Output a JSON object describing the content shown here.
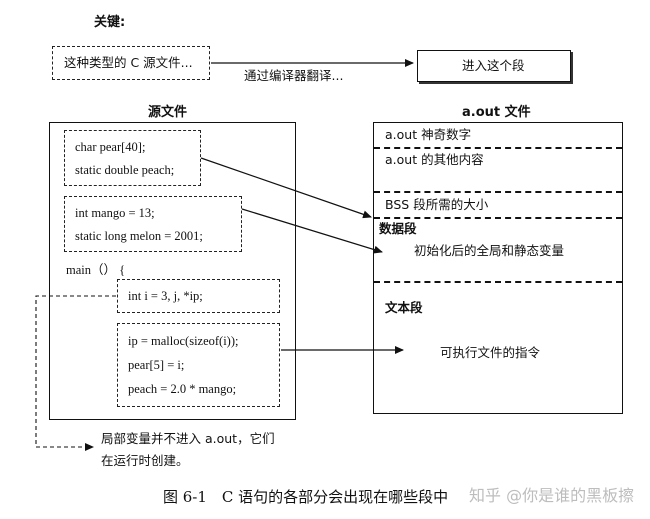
{
  "key_label": "关键:",
  "source_box_text": "这种类型的 C 源文件...",
  "compile_label": "通过编译器翻译...",
  "target_box_text": "进入这个段",
  "source_title": "源文件",
  "aout_title": "a.out 文件",
  "code": {
    "g1_l1": "char pear[40];",
    "g1_l2": "static double peach;",
    "g2_l1": "int mango = 13;",
    "g2_l2": "static long melon = 2001;",
    "main": "main（） {",
    "g3_l1": "int i = 3, j, *ip;",
    "g4_l1": "ip = malloc(sizeof(i));",
    "g4_l2": "pear[5] = i;",
    "g4_l3": "peach = 2.0 * mango;"
  },
  "segments": {
    "magic": "a.out 神奇数字",
    "other": "a.out 的其他内容",
    "bss": "BSS 段所需的大小",
    "data_title": "数据段",
    "data_desc": "初始化后的全局和静态变量",
    "text_title": "文本段",
    "text_desc": "可执行文件的指令"
  },
  "local_note_l1": "局部变量并不进入 a.out，它们",
  "local_note_l2": "在运行时创建。",
  "caption": "图 6-1　C 语句的各部分会出现在哪些段中",
  "watermark": "知乎 @你是谁的黑板擦"
}
